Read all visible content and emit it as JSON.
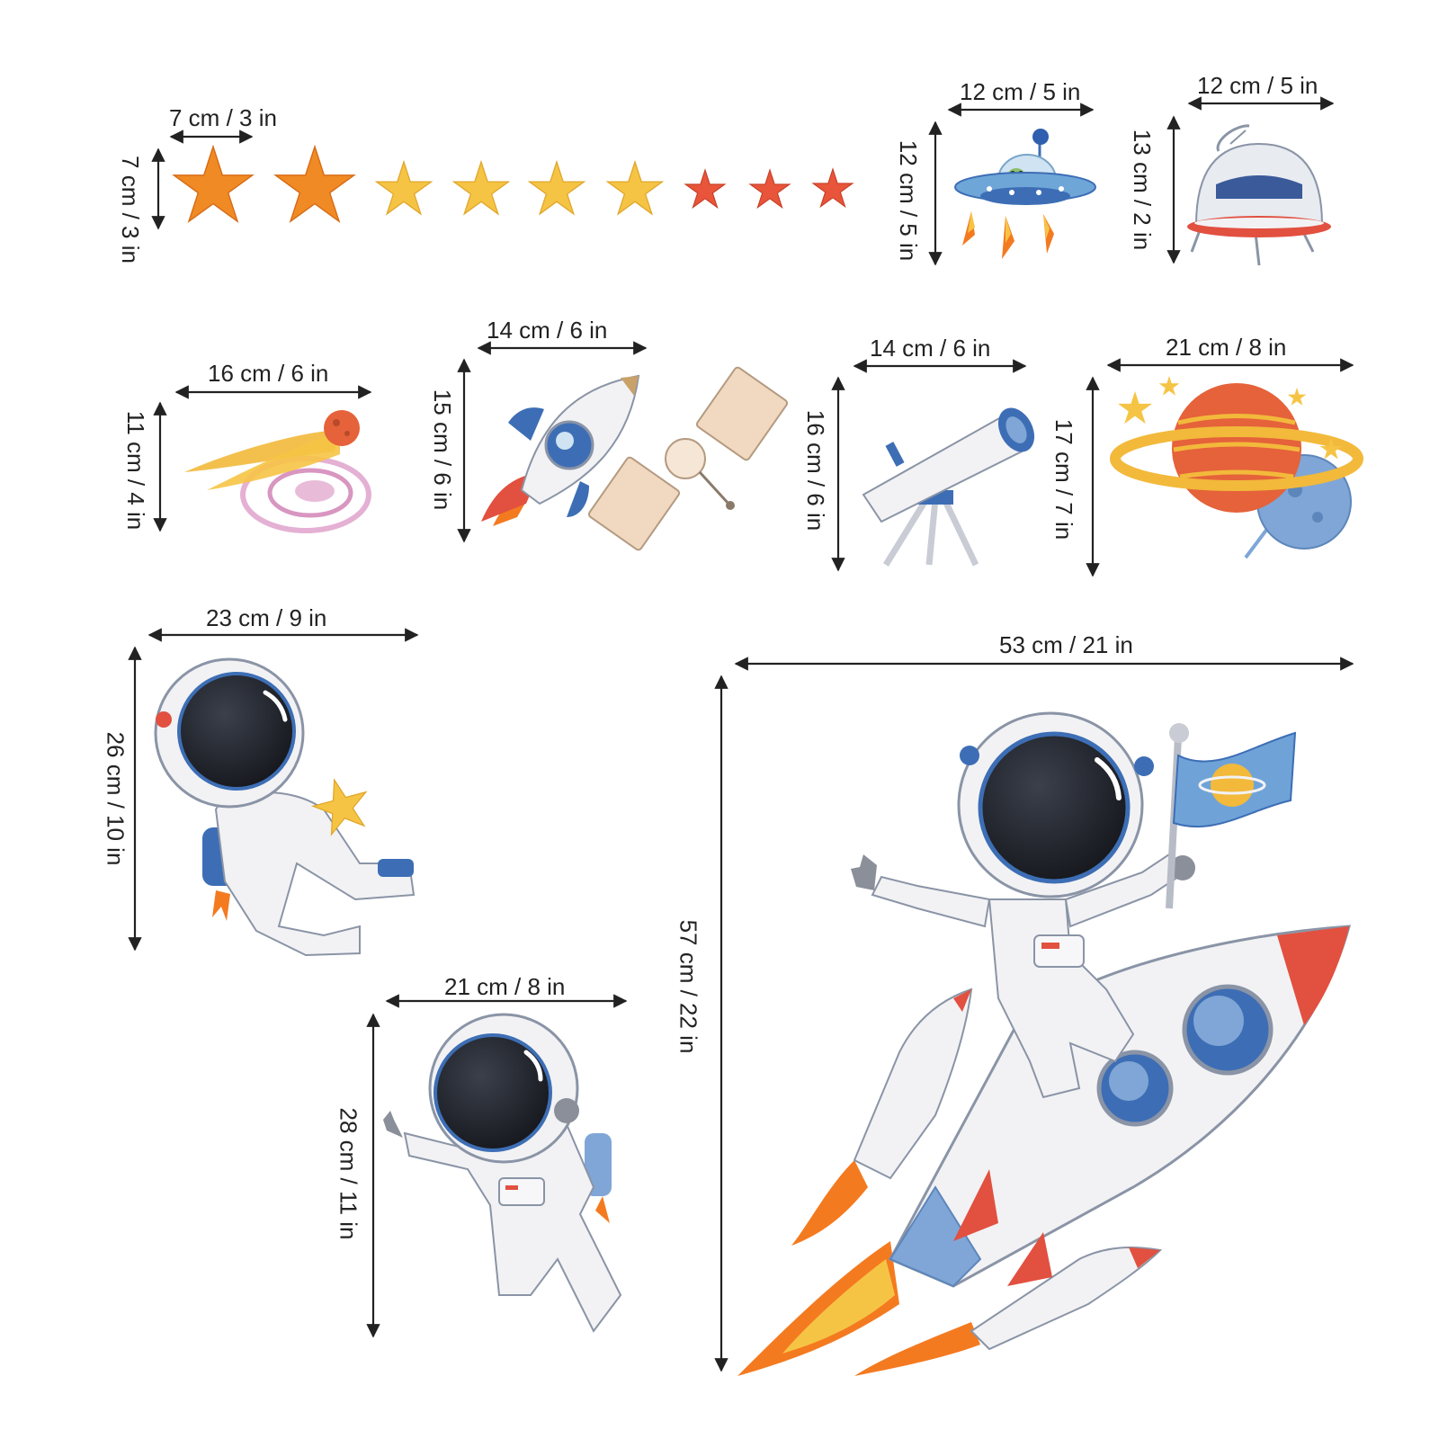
{
  "colors": {
    "star_orange": "#f08a24",
    "star_yellow": "#f6c445",
    "star_red": "#e8553a",
    "suit_white": "#f2f2f4",
    "suit_blue": "#3d6eb5",
    "visor": "#2a2d36",
    "rocket_red": "#e25040",
    "flame": "#f47a20",
    "planet_orange": "#e5623a",
    "planet_blue": "#7fa6d6",
    "ring_yellow": "#f2b93b",
    "galaxy_pink": "#d98fc0"
  },
  "items": [
    {
      "name": "stars",
      "width_label": "7 cm / 3 in",
      "height_label": "7 cm / 3 in"
    },
    {
      "name": "ufo",
      "width_label": "12 cm / 5 in",
      "height_label": "12 cm / 5 in"
    },
    {
      "name": "space-capsule",
      "width_label": "12 cm / 5 in",
      "height_label": "13 cm / 2 in"
    },
    {
      "name": "comet",
      "width_label": "16 cm / 6 in",
      "height_label": "11 cm / 4 in"
    },
    {
      "name": "rocket-and-satellite",
      "width_label": "14 cm / 6 in",
      "height_label": "15 cm / 6 in"
    },
    {
      "name": "telescope",
      "width_label": "14 cm / 6 in",
      "height_label": "16 cm / 6 in"
    },
    {
      "name": "planets",
      "width_label": "21 cm / 8 in",
      "height_label": "17 cm / 7 in"
    },
    {
      "name": "astronaut-with-star",
      "width_label": "23 cm / 9 in",
      "height_label": "26 cm / 10 in"
    },
    {
      "name": "astronaut-waving",
      "width_label": "21 cm / 8 in",
      "height_label": "28 cm / 11 in"
    },
    {
      "name": "astronaut-on-rocket",
      "width_label": "53 cm / 21 in",
      "height_label": "57 cm / 22 in"
    }
  ]
}
